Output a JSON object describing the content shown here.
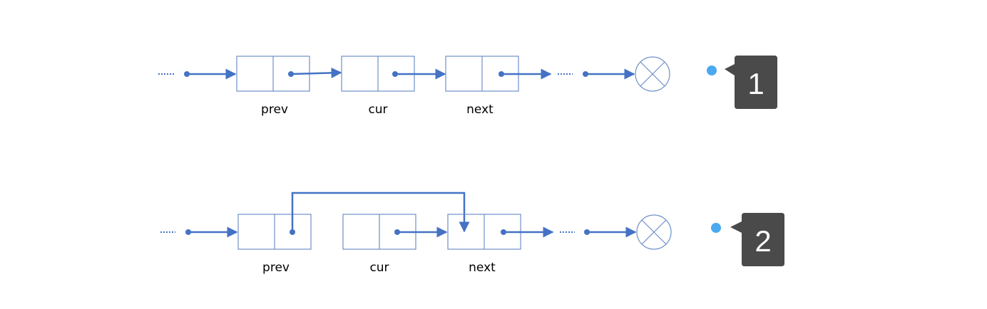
{
  "colors": {
    "line": "#4472c4",
    "box_stroke": "#6f8fc8",
    "badge_bg": "#4a4a4a",
    "badge_text": "#ffffff",
    "badge_dot": "#4aa9f0"
  },
  "diagrams": [
    {
      "step": "1",
      "labels": [
        "prev",
        "cur",
        "next"
      ],
      "description_edges": "prev.next -> cur; cur.next -> next; next.next -> ... -> null"
    },
    {
      "step": "2",
      "labels": [
        "prev",
        "cur",
        "next"
      ],
      "description_edges": "prev.next -> next; cur.next -> next; next.next -> ... -> null"
    }
  ]
}
